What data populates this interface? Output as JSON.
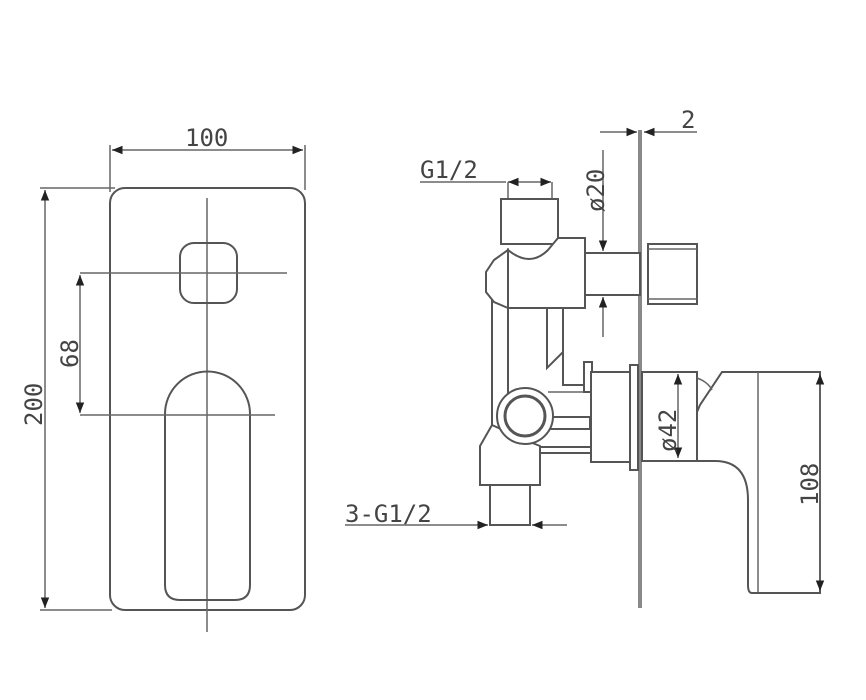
{
  "drawing": {
    "front_view": {
      "width_dim": "100",
      "height_dim": "200",
      "offset_dim": "68"
    },
    "side_view": {
      "wall_thickness_dim": "2",
      "top_thread": "G1/2",
      "stem_diameter": "ø20",
      "cartridge_diameter": "ø42",
      "bottom_thread": "3-G1/2",
      "handle_height": "108"
    },
    "colors": {
      "line": "#555555",
      "arrow": "#222222"
    }
  }
}
